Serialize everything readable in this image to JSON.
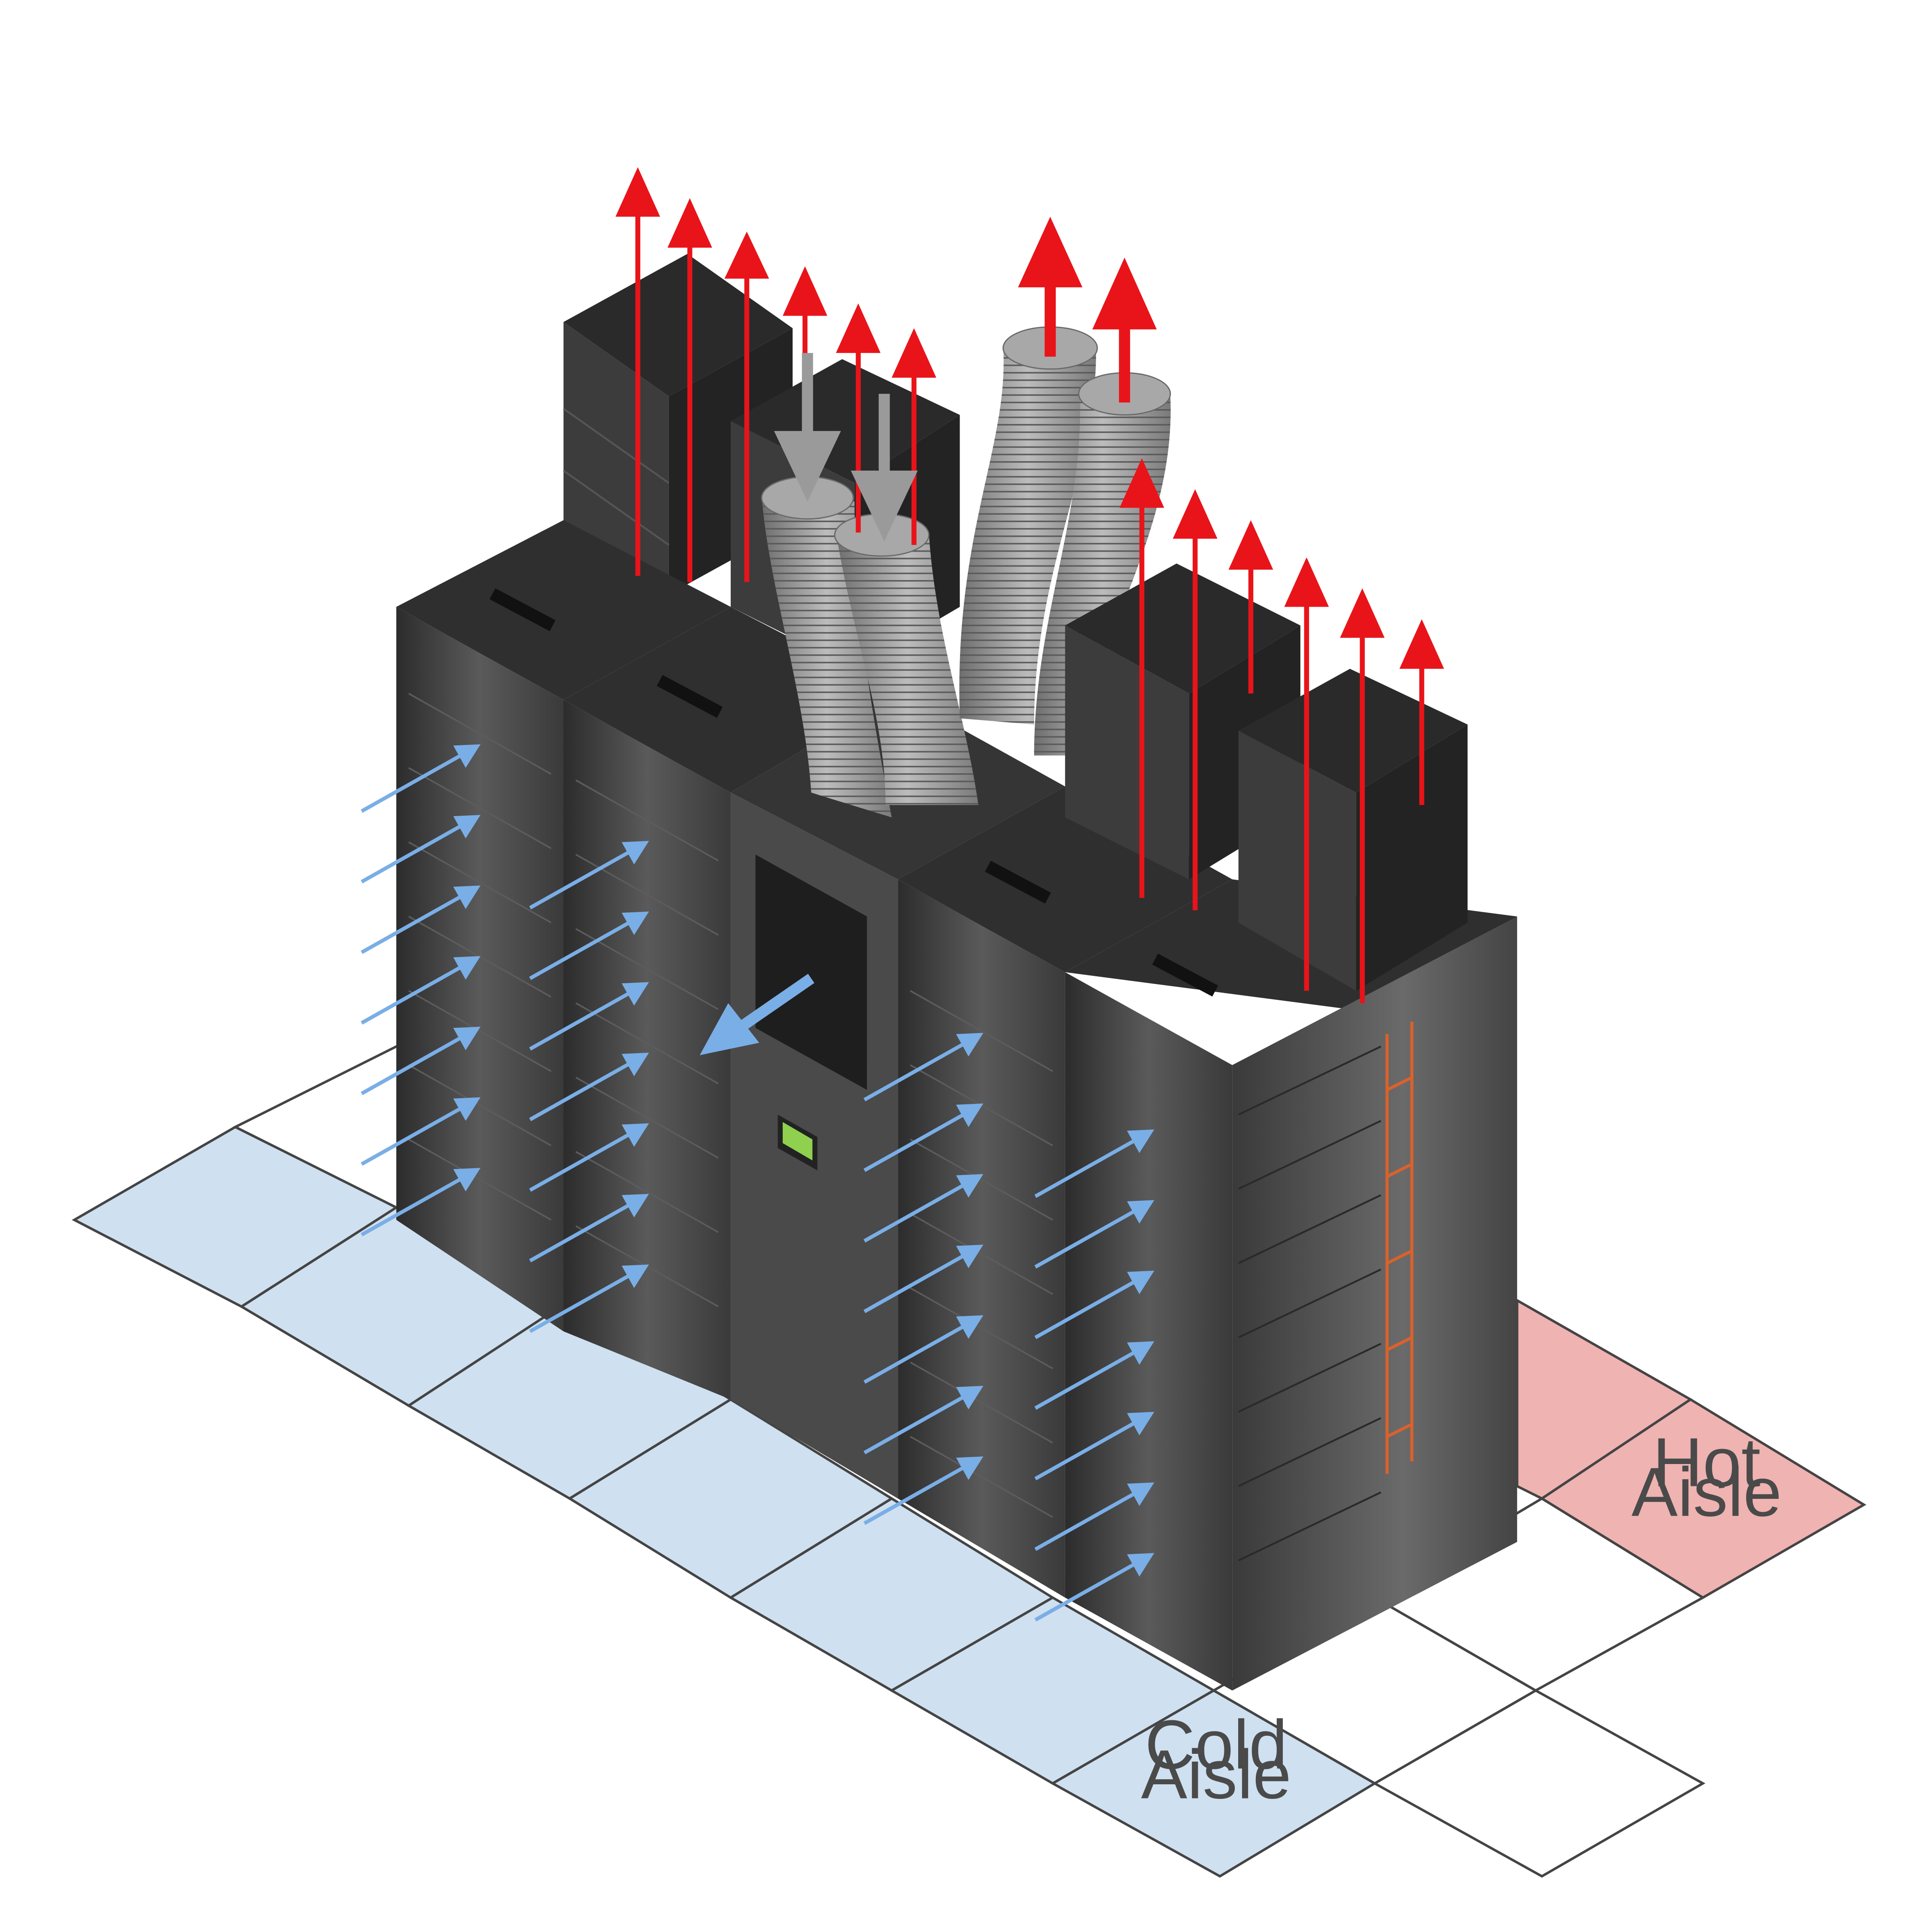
{
  "labels": {
    "cold_line1": "Cold",
    "cold_line2": "Aisle",
    "hot_line1": "Hot",
    "hot_line2": "Aisle"
  },
  "colors": {
    "cold_aisle": "#cfe0f0",
    "hot_aisle": "#efb3b2",
    "rack_dark": "#3a3a3a",
    "rack_front": "#4a4a4a",
    "rack_side": "#2e2e2e",
    "cold_arrow": "#7aaee6",
    "hot_arrow": "#e8141a",
    "duct": "#8e8e8e",
    "duct_arrow": "#9a9a9a",
    "grid_line": "#444444"
  },
  "icons": {
    "hot_exhaust": "red-up-arrow-icon",
    "cold_intake": "blue-diagonal-arrow-icon",
    "return_air": "gray-down-arrow-icon",
    "cooling_unit_display": "lcd-display-icon"
  }
}
